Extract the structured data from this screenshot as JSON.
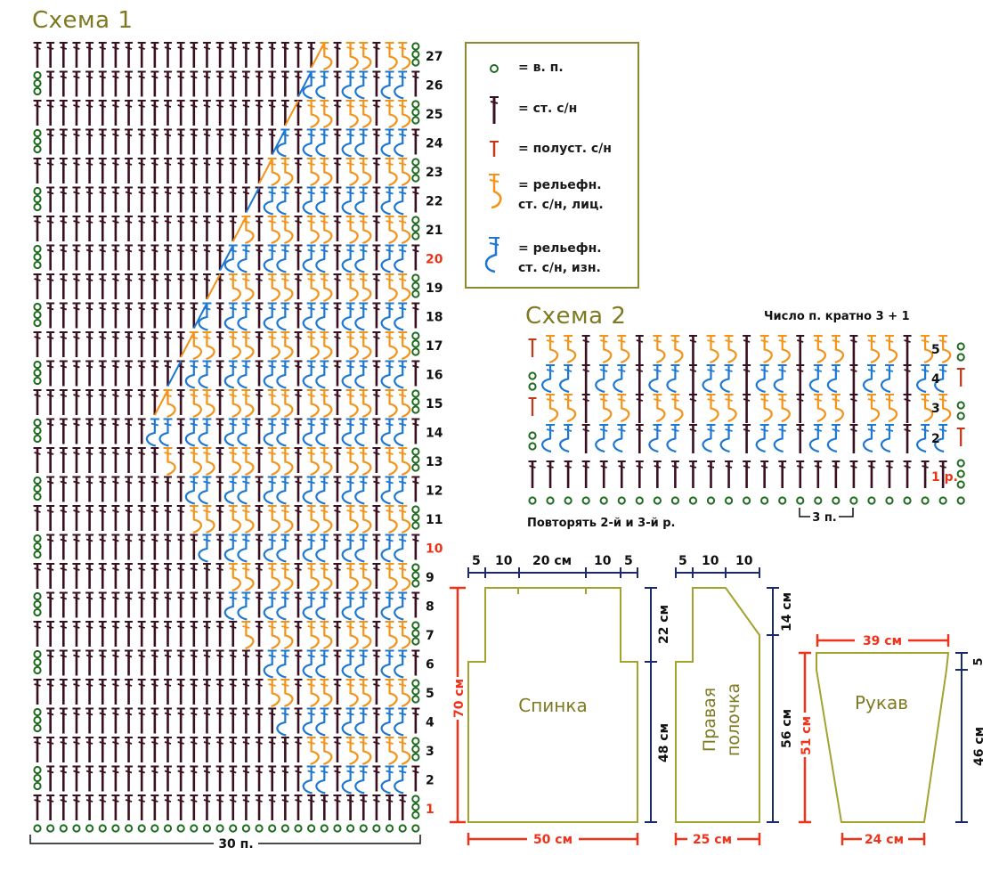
{
  "colors": {
    "title": "#7d7a22",
    "chain": "#1f6b1f",
    "dc": "#3a1020",
    "hdc": "#c0391a",
    "front_post": "#f39319",
    "back_post": "#1e78d2",
    "dim_red": "#f0321a",
    "dim_blue": "#1a2a6a",
    "piece_outline": "#a3a330",
    "piece_label": "#7d7a22",
    "row_red": "#e8351a"
  },
  "scheme1": {
    "title": "Схема 1",
    "rows": 27,
    "columns": 30,
    "row_labels": [
      "1",
      "2",
      "3",
      "4",
      "5",
      "6",
      "7",
      "8",
      "9",
      "10",
      "11",
      "12",
      "13",
      "14",
      "15",
      "16",
      "17",
      "18",
      "19",
      "20",
      "21",
      "22",
      "23",
      "24",
      "25",
      "26",
      "27"
    ],
    "red_rows": [
      "1",
      "10",
      "20"
    ],
    "relief_start_column_by_row": [
      null,
      21,
      20,
      19,
      18,
      17,
      16,
      15,
      14,
      13,
      12,
      11,
      10,
      9,
      10,
      11,
      12,
      13,
      14,
      15,
      16,
      17,
      18,
      19,
      20,
      21,
      22
    ],
    "foundation_label": "30 п."
  },
  "legend": {
    "items": [
      {
        "icon": "chain-icon",
        "label": "= в. п."
      },
      {
        "icon": "double-crochet-icon",
        "label": "= ст. с/н"
      },
      {
        "icon": "half-double-crochet-icon",
        "label": "= полуст. с/н"
      },
      {
        "icon": "front-post-dc-icon",
        "label": "= рельефн.",
        "label2": "ст. с/н, лиц."
      },
      {
        "icon": "back-post-dc-icon",
        "label": "= рельефн.",
        "label2": "ст. с/н, изн."
      }
    ]
  },
  "scheme2": {
    "title": "Схема 2",
    "multiple_note": "Число п. кратно 3 + 1",
    "row_labels": [
      "1 р.",
      "2",
      "3",
      "4",
      "5"
    ],
    "repeat_label": "3 п.",
    "repeat_note": "Повторять 2-й и 3-й р.",
    "columns": 25
  },
  "pieces": {
    "back": {
      "name": "Спинка",
      "top_dims": [
        "5",
        "10",
        "20 см",
        "10",
        "5"
      ],
      "height": "70 см",
      "armhole": "22 см",
      "lower": "48 см",
      "width": "50 см"
    },
    "front": {
      "name_line1": "Правая",
      "name_line2": "полочка",
      "top_dims": [
        "5",
        "10",
        "10"
      ],
      "neck": "14 см",
      "lower": "56 см",
      "width": "25 см"
    },
    "sleeve": {
      "name": "Рукав",
      "top": "39 см",
      "height": "51 см",
      "cap": "5",
      "lower": "46 см",
      "bottom": "24 см"
    }
  }
}
